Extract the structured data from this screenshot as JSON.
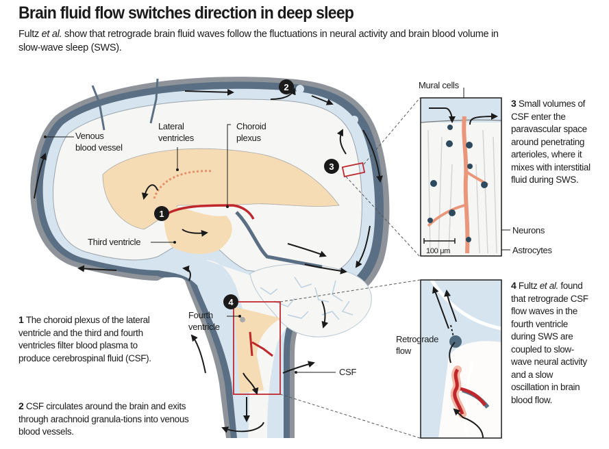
{
  "header": {
    "title": "Brain fluid flow switches direction in deep sleep",
    "subtitle_author": "Fultz",
    "subtitle_etal": "et al.",
    "subtitle_rest": " show that retrograde brain fluid waves follow the fluctuations in neural activity and brain blood volume in slow-wave sleep (SWS)."
  },
  "labels": {
    "venous_1": "Venous",
    "venous_2": "blood vessel",
    "lateral_1": "Lateral",
    "lateral_2": "ventricles",
    "choroid_1": "Choroid",
    "choroid_2": "plexus",
    "third_ventricle": "Third ventricle",
    "fourth_1": "Fourth",
    "fourth_2": "ventricle",
    "csf": "CSF",
    "mural_cells": "Mural cells",
    "neurons": "Neurons",
    "astrocytes": "Astrocytes",
    "scale_bar": "100 μm",
    "retro_1": "Retrograde",
    "retro_2": "flow"
  },
  "badges": [
    "1",
    "2",
    "3",
    "4"
  ],
  "notes": [
    {
      "num": "1",
      "text": "The choroid plexus of the lateral ventricle and the third and fourth ventricles filter blood plasma to produce cerebrospinal fluid (CSF)."
    },
    {
      "num": "2",
      "text": "CSF circulates around the brain and exits through arachnoid granula-tions into venous blood vessels."
    },
    {
      "num": "3",
      "text": "Small volumes of CSF enter the paravascular space around penetrating arterioles, where it mixes with interstitial fluid during SWS."
    },
    {
      "num": "4",
      "pre": "Fultz",
      "em": "et al.",
      "text": "found that retrograde CSF flow waves in the fourth ventricle during SWS are coupled to slow-wave neural activity and a slow oscillation in brain blood flow."
    }
  ],
  "colors": {
    "csf_blue": "#d5e4ef",
    "vessel_gray": "#5b6f84",
    "skull_gray": "#8d9399",
    "ventricle_tan": "#f6dcb4",
    "choroid_red": "#c0272d",
    "highlight_box": "#c0272d",
    "brain_fill": "#f6f6f4"
  }
}
